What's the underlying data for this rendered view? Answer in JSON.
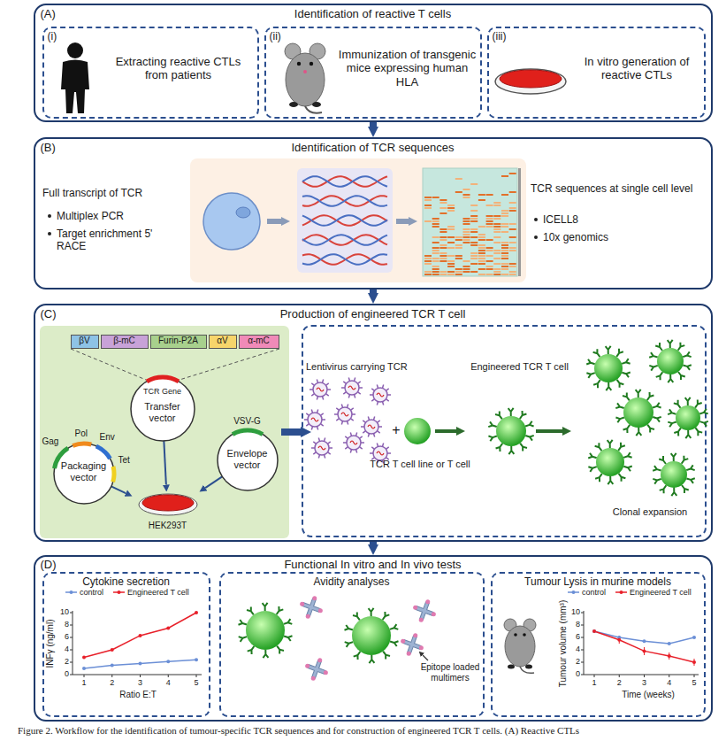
{
  "diagram": {
    "caption": "Figure 2. Workflow for the identification of tumour-specific TCR sequences and for construction of engineered TCR T cells. (A) Reactive CTLs",
    "nodes": [
      {
        "text": [
          "(A)",
          "Identification of reactive T cells"
        ]
      },
      {
        "text": [
          "(i)",
          "Extracting reactive CTLs from patients"
        ],
        "in": 0
      },
      {
        "text": [
          "(ii)",
          "Immunization of transgenic mice expressing human HLA"
        ],
        "in": 0
      },
      {
        "text": [
          "(iii)",
          "In vitro generation of reactive CTLs"
        ],
        "in": 0
      },
      {
        "text": [
          "(B)",
          "Identification of TCR sequences"
        ]
      },
      {
        "text": [
          "(C)",
          "Production of engineered TCR T cell"
        ]
      },
      {
        "text": [
          "βV"
        ],
        "in": 5
      },
      {
        "text": [
          "β-mC"
        ],
        "in": 5
      },
      {
        "text": [
          "Furin-P2A"
        ],
        "in": 5
      },
      {
        "text": [
          "αV"
        ],
        "in": 5
      },
      {
        "text": [
          "α-mC"
        ],
        "in": 5
      },
      {
        "text": [
          "TCR Gene",
          "Transfer vector"
        ],
        "in": 5
      },
      {
        "text": [
          "Gag",
          "Pol",
          "Env",
          "Tet",
          "Packaging vector"
        ],
        "in": 5
      },
      {
        "text": [
          "VSV-G",
          "Envelope vector"
        ],
        "in": 5
      },
      {
        "text": [
          "HEK293T"
        ],
        "in": 5
      },
      {
        "text": [
          "(D)",
          "Functional In vitro and In vivo tests"
        ]
      },
      {
        "text": [
          "Cytokine secretion"
        ],
        "in": 15
      },
      {
        "text": [
          "Avidity analyses"
        ],
        "in": 15
      },
      {
        "text": [
          "Tumour Lysis in murine models"
        ],
        "in": 15
      }
    ],
    "edges": [
      {
        "from": 0,
        "to": 4,
        "arrow": "to"
      },
      {
        "from": 4,
        "to": 5,
        "arrow": "to"
      },
      {
        "from": 5,
        "to": 15,
        "arrow": "to"
      },
      {
        "from": 11,
        "to": 14,
        "arrow": "to"
      },
      {
        "from": 12,
        "to": 14,
        "arrow": "to"
      },
      {
        "from": 13,
        "to": 14,
        "arrow": "to"
      }
    ],
    "labels": [
      "Full transcript of TCR",
      "Multiplex PCR",
      "Target enrichment 5' RACE",
      "TCR sequences at single cell level",
      "ICELL8",
      "10x genomics",
      "Lentivirus carrying TCR",
      "+",
      "TCR T cell line or T cell",
      "Engineered TCR T cell",
      "Clonal expansion",
      "INFγ (ng/ml)",
      "0",
      "2",
      "4",
      "6",
      "8",
      "10",
      "1",
      "2",
      "3",
      "4",
      "5",
      "Ratio E:T",
      "Epitope loaded multimers",
      "Tumour volume (mm³)",
      "0",
      "2",
      "4",
      "6",
      "8",
      "10",
      "1",
      "2",
      "3",
      "4",
      "5",
      "Time (weeks)"
    ],
    "legend": [
      {
        "text": "control"
      },
      {
        "text": "Engineered T cell"
      },
      {
        "text": "control"
      },
      {
        "text": "Engineered T cell"
      }
    ]
  }
}
